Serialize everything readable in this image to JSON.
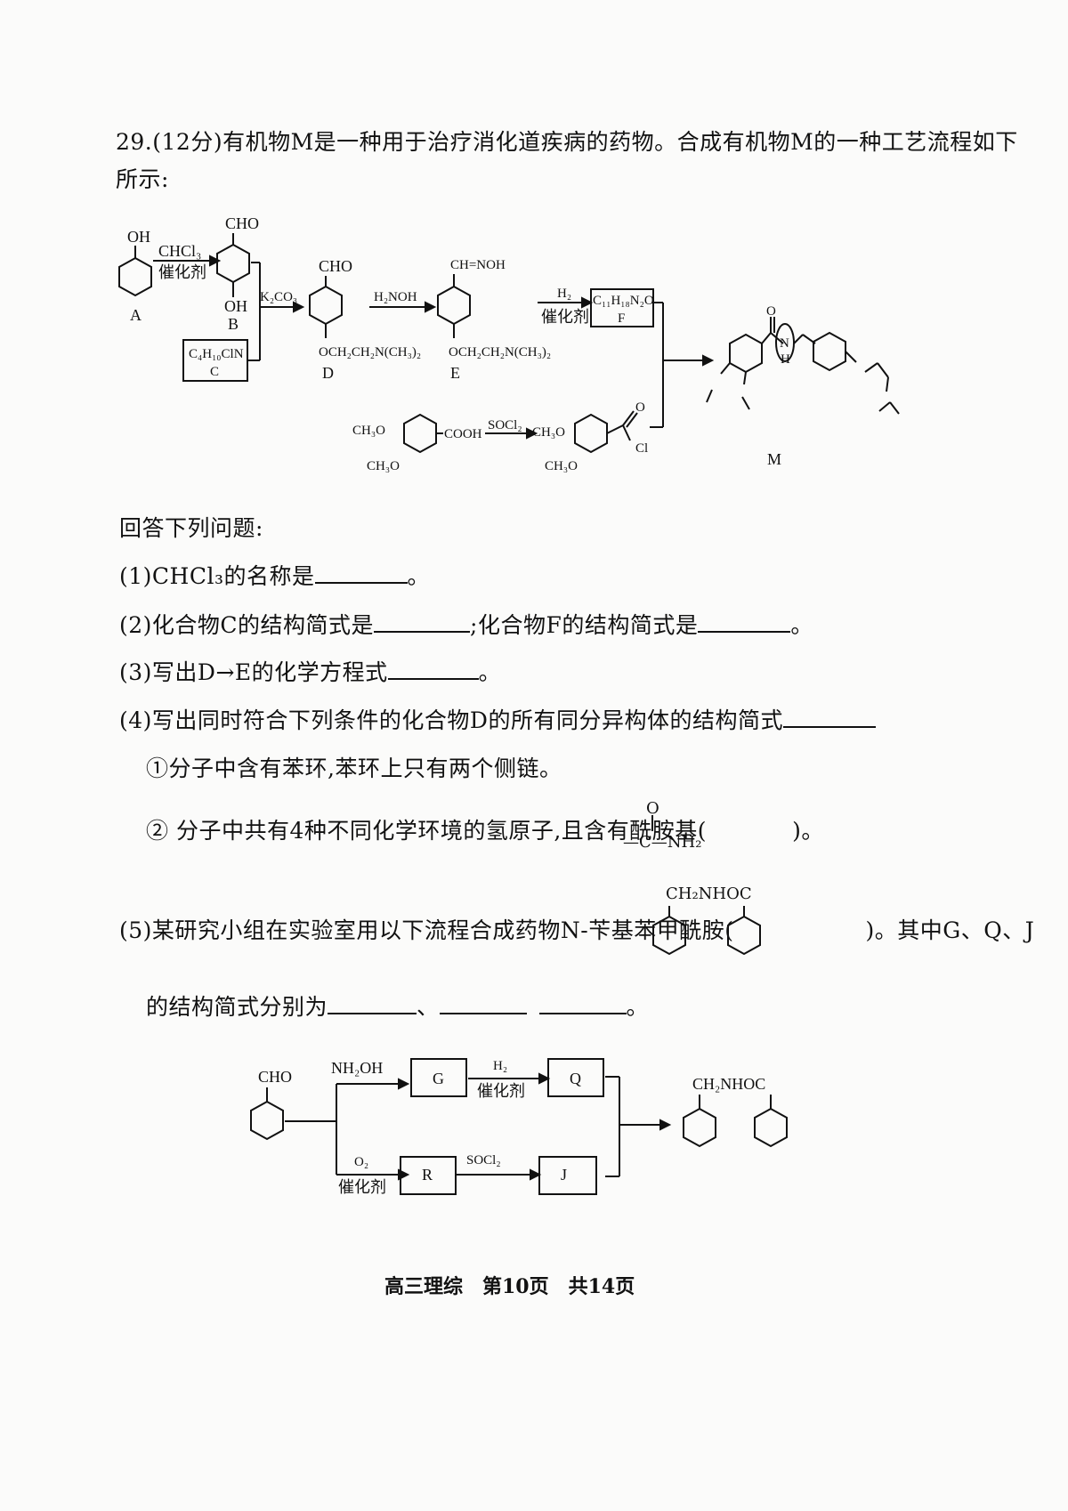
{
  "question": {
    "header_line1": "29.(12分)有机物M是一种用于治疗消化道疾病的药物。合成有机物M的一种工艺流程如下",
    "header_line2": "所示:"
  },
  "scheme1": {
    "A_oh": "OH",
    "A_label": "A",
    "reagent1_top": "CHCl₃",
    "reagent1_bottom": "催化剂",
    "B_cho": "CHO",
    "B_oh": "OH",
    "B_label": "B",
    "C_formula": "C₄H₁₀ClN",
    "C_label": "C",
    "reagent2": "K₂CO₃",
    "D_cho": "CHO",
    "D_sub": "OCH₂CH₂N(CH₃)₂",
    "D_label": "D",
    "reagent3": "H₂NOH",
    "E_top": "CH=NOH",
    "E_sub": "OCH₂CH₂N(CH₃)₂",
    "E_label": "E",
    "reagent4_top": "H₂",
    "reagent4_bottom": "催化剂",
    "F_formula": "C₁₁H₁₈N₂O",
    "F_label": "F",
    "acid_ome1": "CH₃O",
    "acid_ome2": "CH₃O",
    "acid_cooh": "COOH",
    "reagent5": "SOCl₂",
    "acyl_ome1": "CH₃O",
    "acyl_ome2": "CH₃O",
    "acyl_o": "O",
    "acyl_cl": "Cl",
    "M_o": "O",
    "M_n": "N",
    "M_h": "H",
    "M_label": "M"
  },
  "answer_intro": "回答下列问题:",
  "q1": {
    "before": "(1)CHCl₃的名称是",
    "after": "。"
  },
  "q2": {
    "before": "(2)化合物C的结构简式是",
    "mid": ";化合物F的结构简式是",
    "after": "。"
  },
  "q3": {
    "before": "(3)写出D→E的化学方程式",
    "after": "。"
  },
  "q4": {
    "before": "(4)写出同时符合下列条件的化合物D的所有同分异构体的结构简式",
    "cond1": "①分子中含有苯环,苯环上只有两个侧链。",
    "cond2_before": "② 分子中共有4种不同化学环境的氢原子,且含有酰胺基(",
    "cond2_after": ")。",
    "amide_o": "O",
    "amide_c": "—C—NH₂"
  },
  "q5": {
    "before": "(5)某研究小组在实验室用以下流程合成药物N-苄基苯甲酰胺(",
    "mid": ")。其中G、Q、J",
    "line2": "的结构简式分别为",
    "sep": "、",
    "after": "。",
    "struct_label": "CH₂NHOC"
  },
  "scheme2": {
    "cho": "CHO",
    "reagent_top": "NH₂OH",
    "G": "G",
    "h2": "H₂",
    "cat1": "催化剂",
    "Q": "Q",
    "o2": "O₂",
    "cat2": "催化剂",
    "R": "R",
    "socl2": "SOCl₂",
    "J": "J",
    "product_label": "CH₂NHOC"
  },
  "footer": "高三理综　第10页　共14页"
}
